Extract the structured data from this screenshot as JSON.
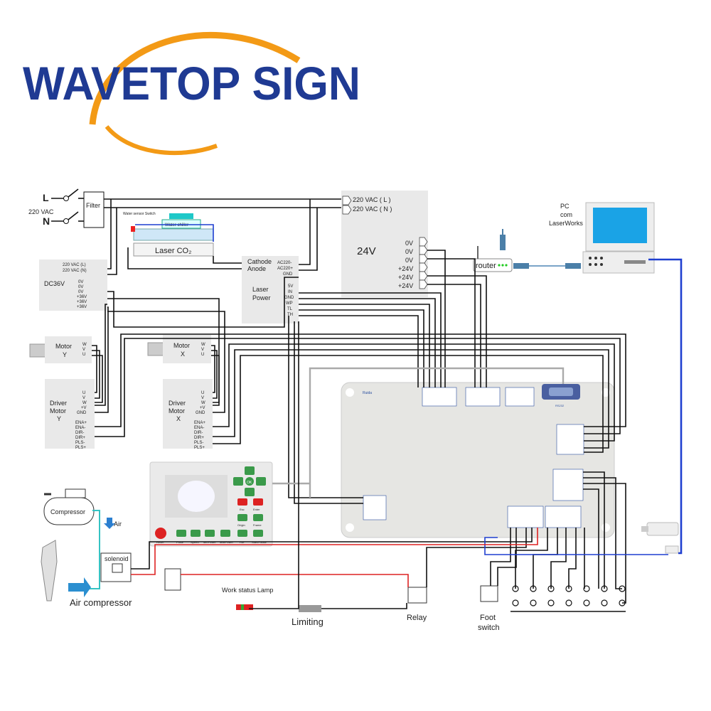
{
  "logo": {
    "text": "WAVETOP SIGN",
    "color": "#1f3a93",
    "arc_color": "#f39a16"
  },
  "mains": {
    "l_label": "L",
    "n_label": "N",
    "voltage": "220 VAC",
    "filter_label": "Filter"
  },
  "water": {
    "switch_label": "Water sensor Switch",
    "chiller_label": "Water chiller",
    "tube_label": "Laser CO₂"
  },
  "psu24": {
    "inputs": [
      "220 VAC ( L )",
      "220 VAC ( N )"
    ],
    "title": "24V",
    "outputs": [
      "0V",
      "0V",
      "0V",
      "+24V",
      "+24V",
      "+24V"
    ]
  },
  "psu36": {
    "inputs": [
      "220 VAC (L)",
      "220 VAC (N)"
    ],
    "title": "DC36V",
    "outputs": [
      "0V",
      "0V",
      "0V",
      "+36V",
      "+36V",
      "+36V"
    ]
  },
  "laser_power": {
    "title": [
      "Laser",
      "Power"
    ],
    "cathode": "Cathode",
    "anode": "Anode",
    "ac_pins": [
      "AC220-",
      "AC220+",
      "GND"
    ],
    "ctrl_pins": [
      "5V",
      "IN",
      "GND",
      "WP",
      "TL",
      "TH"
    ]
  },
  "motor_y": {
    "title": [
      "Motor",
      "Y"
    ],
    "pins": [
      "W",
      "V",
      "U"
    ]
  },
  "motor_x": {
    "title": [
      "Motor",
      "X"
    ],
    "pins": [
      "W",
      "V",
      "U"
    ]
  },
  "driver_y": {
    "title": [
      "Driver",
      "Motor",
      "Y"
    ],
    "pins": [
      "U",
      "V",
      "W",
      "+V",
      "GND",
      "ENA+",
      "ENA-",
      "DIR-",
      "DIR+",
      "PLS-",
      "PLS+"
    ]
  },
  "driver_x": {
    "title": [
      "Driver",
      "Motor",
      "X"
    ],
    "pins": [
      "U",
      "V",
      "W",
      "+V",
      "GND",
      "ENA+",
      "ENA-",
      "DIR-",
      "DIR+",
      "PLS-",
      "PLS+"
    ]
  },
  "pc": {
    "label_lines": [
      "PC",
      "com",
      "LaserWorks"
    ],
    "screen_color": "#1aa3e6"
  },
  "router": {
    "label": "router"
  },
  "panel": {
    "buttons": [
      "Reset",
      "Pulse",
      "Speed",
      "MinPower",
      "MaxPower",
      "File",
      "Start/Pause",
      "Origin",
      "Frame",
      "Esc",
      "Enter"
    ],
    "ok": "OK"
  },
  "controller": {
    "brand": "Ruida",
    "port_label": "RS232"
  },
  "air": {
    "compressor_label": "Compressor",
    "air_label": "Air",
    "caption": "Air compressor",
    "solenoid_label": "solenoid"
  },
  "bottom": {
    "lamp_label": "Work status Lamp",
    "limiting_label": "Limiting",
    "relay_label": "Relay",
    "foot_label": [
      "Foot",
      "switch"
    ]
  }
}
